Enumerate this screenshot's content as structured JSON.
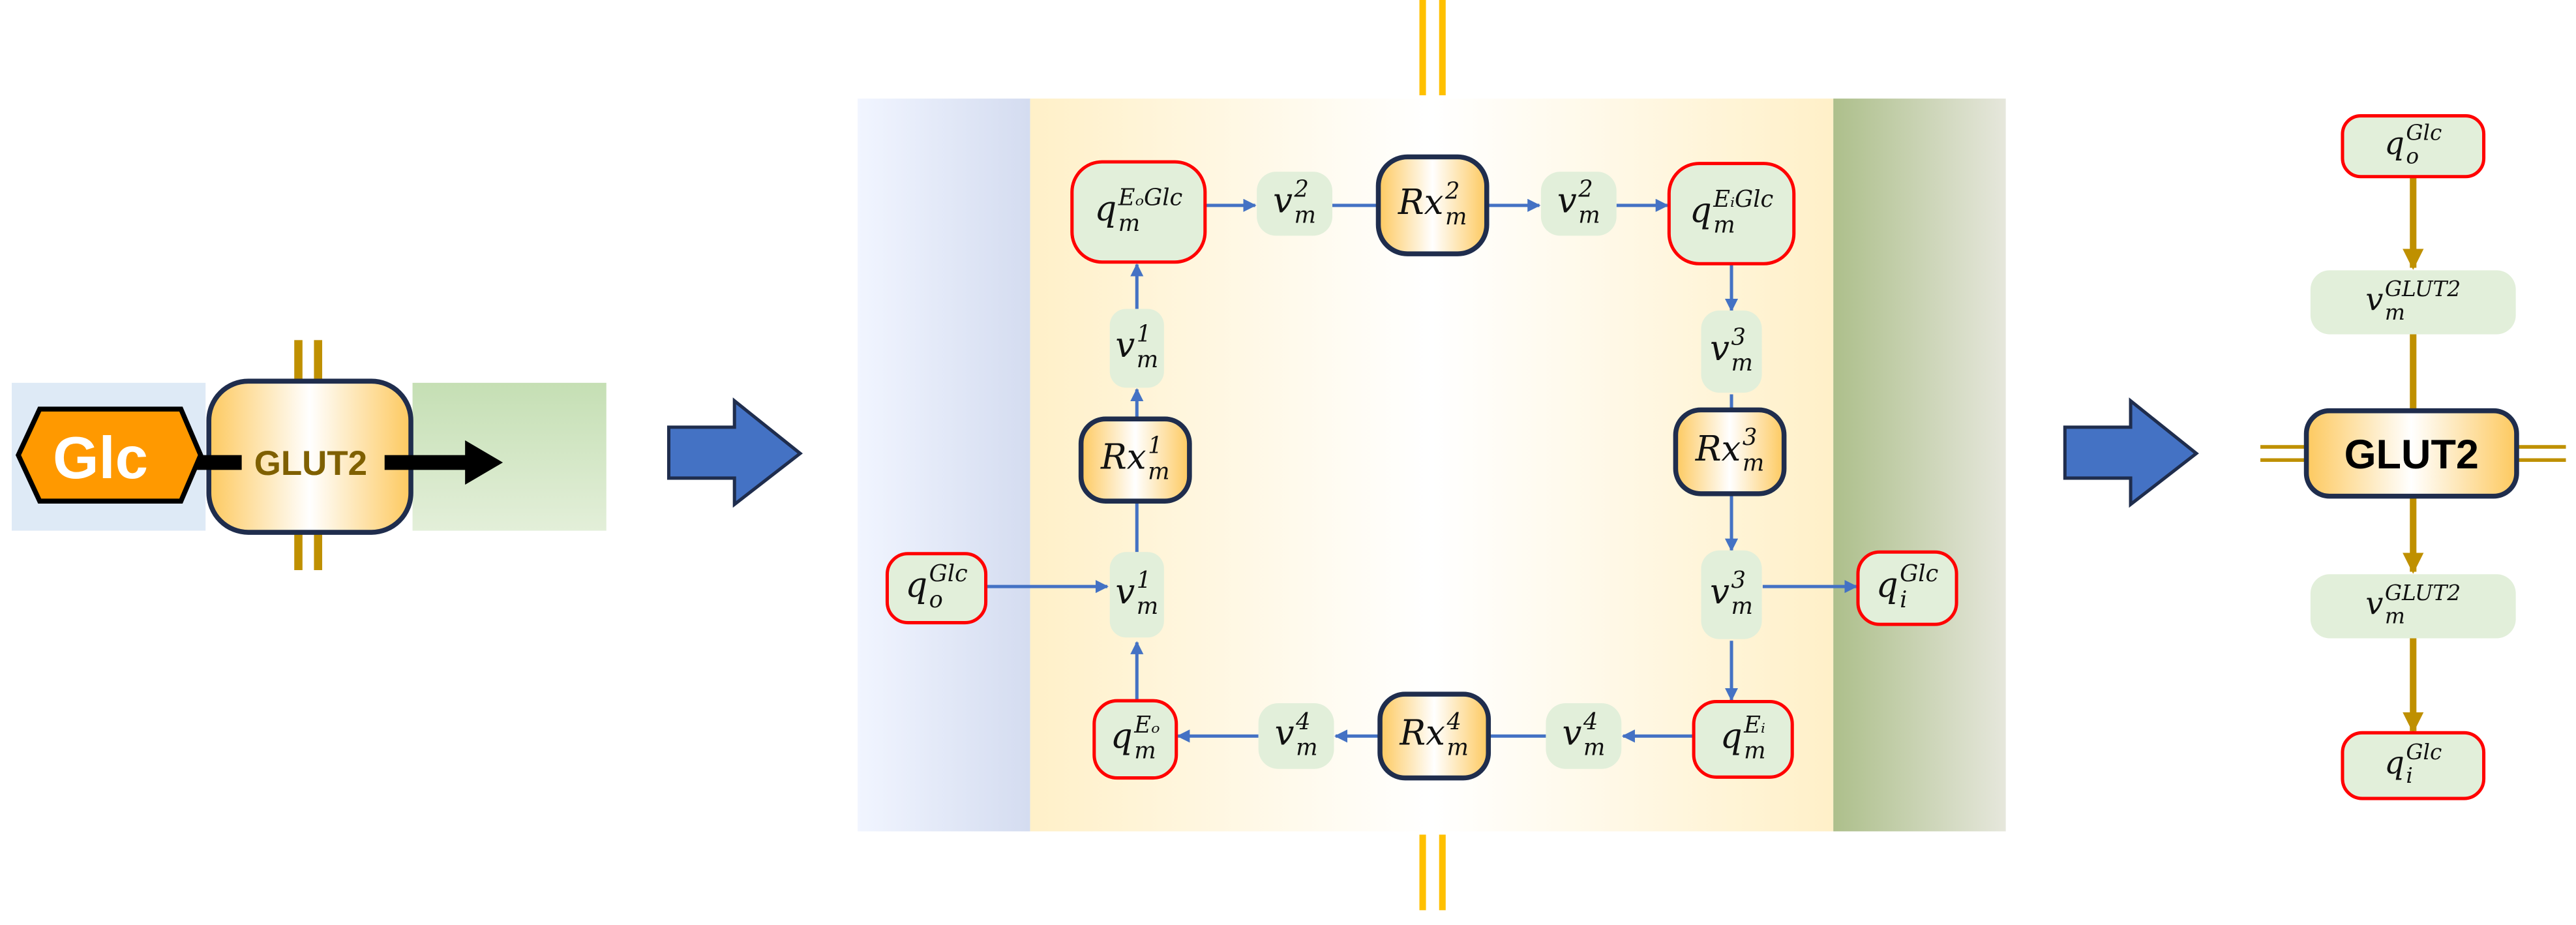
{
  "left_panel": {
    "substrate_label": "Glc",
    "transporter_label": "GLUT2"
  },
  "middle": {
    "nodes": {
      "q_o_glc": {
        "base": "q",
        "sup": "Glc",
        "sub": "o"
      },
      "v1_bottom": {
        "base": "v",
        "sup": "1",
        "sub": "m"
      },
      "rx1": {
        "base": "Rx",
        "sup": "1",
        "sub": "m"
      },
      "v1_top": {
        "base": "v",
        "sup": "1",
        "sub": "m"
      },
      "q_eoglc": {
        "base": "q",
        "sup": "EₒGlc",
        "sub": "m"
      },
      "v2_left": {
        "base": "v",
        "sup": "2",
        "sub": "m"
      },
      "rx2": {
        "base": "Rx",
        "sup": "2",
        "sub": "m"
      },
      "v2_right": {
        "base": "v",
        "sup": "2",
        "sub": "m"
      },
      "q_eiglc": {
        "base": "q",
        "sup": "EᵢGlc",
        "sub": "m"
      },
      "v3_top": {
        "base": "v",
        "sup": "3",
        "sub": "m"
      },
      "rx3": {
        "base": "Rx",
        "sup": "3",
        "sub": "m"
      },
      "v3_bottom": {
        "base": "v",
        "sup": "3",
        "sub": "m"
      },
      "q_i_glc": {
        "base": "q",
        "sup": "Glc",
        "sub": "i"
      },
      "q_ei": {
        "base": "q",
        "sup": "Eᵢ",
        "sub": "m"
      },
      "v4_right": {
        "base": "v",
        "sup": "4",
        "sub": "m"
      },
      "rx4": {
        "base": "Rx",
        "sup": "4",
        "sub": "m"
      },
      "v4_left": {
        "base": "v",
        "sup": "4",
        "sub": "m"
      },
      "q_eo": {
        "base": "q",
        "sup": "Eₒ",
        "sub": "m"
      }
    }
  },
  "right_panel": {
    "transporter_label": "GLUT2",
    "nodes": {
      "q_o_glc": {
        "base": "q",
        "sup": "Glc",
        "sub": "o"
      },
      "v_in": {
        "base": "v",
        "sup": "GLUT2",
        "sub": "m"
      },
      "v_out": {
        "base": "v",
        "sup": "GLUT2",
        "sub": "m"
      },
      "q_i_glc": {
        "base": "q",
        "sup": "Glc",
        "sub": "i"
      }
    }
  },
  "colors": {
    "arrow_blue": "#4472c4",
    "membrane_gold": "#bf9000",
    "metabolite_border": "#ff0000",
    "node_fill": "#e2efda",
    "reaction_border": "#1f2d4d"
  }
}
